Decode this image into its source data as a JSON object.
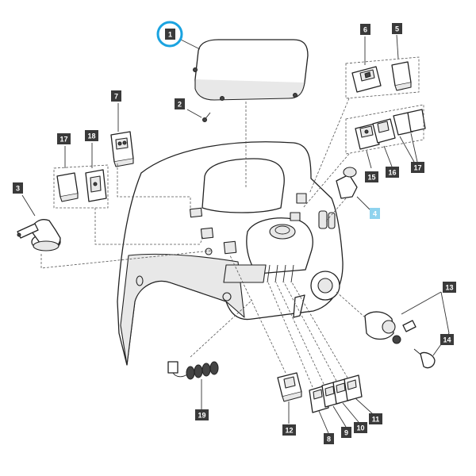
{
  "callouts": {
    "c1": "1",
    "c2": "2",
    "c3": "3",
    "c4": "4",
    "c5": "5",
    "c6": "6",
    "c7": "7",
    "c8": "8",
    "c9": "9",
    "c10": "10",
    "c11": "11",
    "c12": "12",
    "c13": "13",
    "c14": "14",
    "c15": "15",
    "c16": "16",
    "c17a": "17",
    "c17b": "17",
    "c18": "18",
    "c19": "19"
  },
  "highlight": {
    "callout": "1",
    "ring_color": "#1aa3e0",
    "label_4_color": "#8fd3ee"
  }
}
